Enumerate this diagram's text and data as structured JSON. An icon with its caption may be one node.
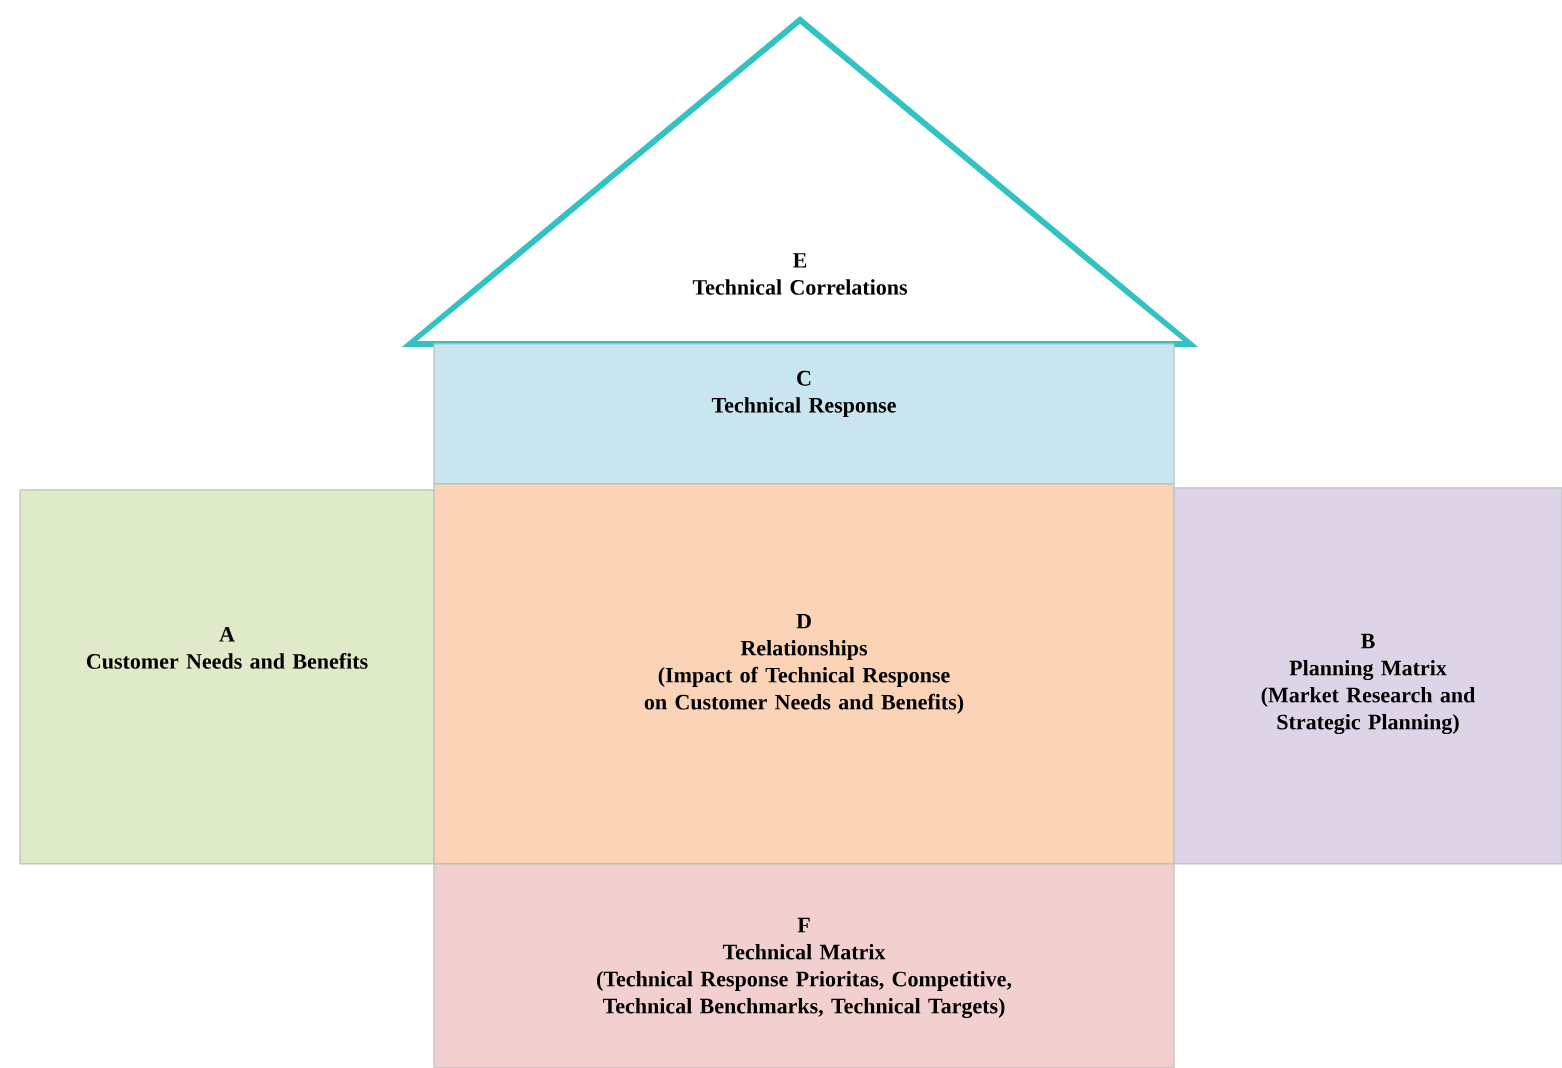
{
  "diagram": {
    "nodes": [
      {
        "text": [
          "E",
          "Technical Correlations"
        ]
      },
      {
        "text": [
          "C",
          "Technical Response"
        ]
      },
      {
        "text": [
          "A",
          "Customer Needs and Benefits"
        ]
      },
      {
        "text": [
          "D",
          "Relationships",
          "(Impact of Technical Response on Customer Needs and Benefits)"
        ]
      },
      {
        "text": [
          "B",
          "Planning Matrix",
          "(Market Research and Strategic Planning)"
        ]
      },
      {
        "text": [
          "F",
          "Technical Matrix",
          "(Technical Response Prioritas, Competitive, Technical Benchmarks, Technical Targets)"
        ]
      }
    ]
  }
}
